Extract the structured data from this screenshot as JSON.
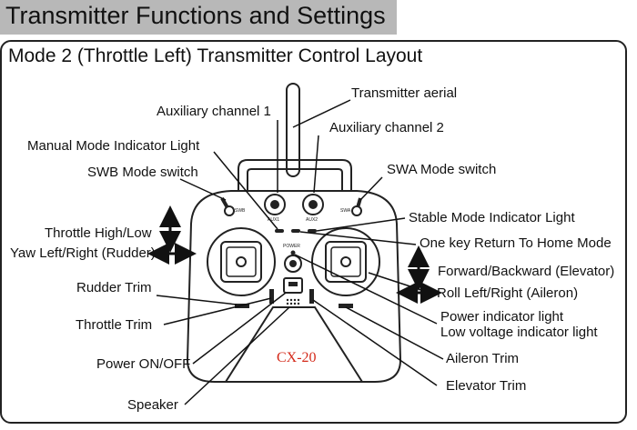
{
  "header": {
    "title": "Transmitter Functions and Settings"
  },
  "subtitle": "Mode 2 (Throttle Left) Transmitter Control Layout",
  "callouts": {
    "transmitter_aerial": "Transmitter aerial",
    "aux_channel_1": "Auxiliary channel 1",
    "aux_channel_2": "Auxiliary channel 2",
    "manual_mode_light": "Manual Mode Indicator Light",
    "swb_switch": "SWB Mode switch",
    "swa_switch": "SWA Mode switch",
    "stable_mode_light": "Stable Mode Indicator Light",
    "throttle": "Throttle High/Low",
    "return_home": "One key Return To Home Mode",
    "yaw": "Yaw Left/Right (Rudder)",
    "forward_backward": "Forward/Backward (Elevator)",
    "rudder_trim": "Rudder Trim",
    "roll": "Roll Left/Right (Aileron)",
    "throttle_trim": "Throttle Trim",
    "power_light": "Power indicator light",
    "low_voltage_light": "Low voltage indicator light",
    "power_switch": "Power ON/OFF",
    "aileron_trim": "Aileron Trim",
    "elevator_trim": "Elevator Trim",
    "speaker": "Speaker"
  },
  "device": {
    "model_label": "CX-20",
    "model_color": "#d42a1a",
    "swb_tag": "SWB",
    "swa_tag": "SWA",
    "aux1_tag": "AUX1",
    "aux2_tag": "AUX2",
    "power_tag": "POWER"
  }
}
